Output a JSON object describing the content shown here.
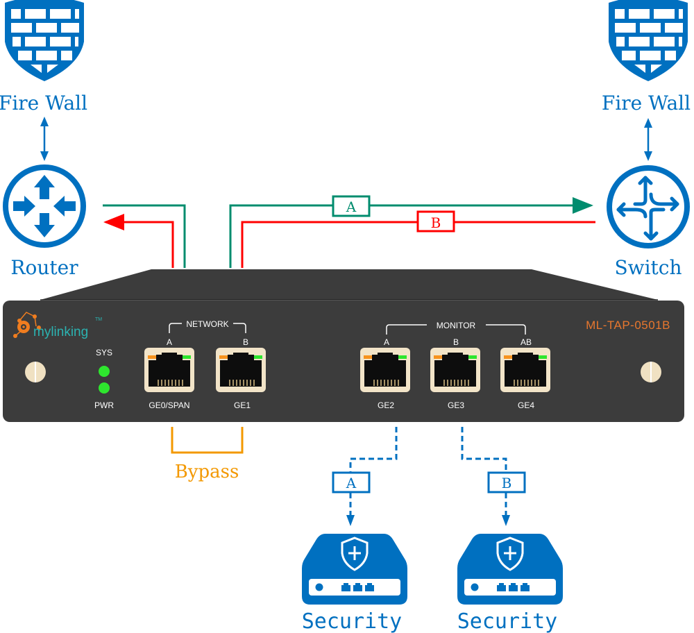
{
  "colors": {
    "blue": "#0070c0",
    "green": "#008c6e",
    "red": "#ff0000",
    "orange": "#f39800",
    "chassis": "#3c3c3c",
    "brand_teal": "#2bb3b1",
    "model_orange": "#e8772e",
    "led_green": "#2ee62e"
  },
  "nodes": {
    "firewall_left": {
      "label": "Fire Wall",
      "icon": "firewall-shield-icon"
    },
    "router": {
      "label": "Router",
      "icon": "router-icon"
    },
    "firewall_right": {
      "label": "Fire Wall",
      "icon": "firewall-shield-icon"
    },
    "switch": {
      "label": "Switch",
      "icon": "switch-icon"
    },
    "security_a": {
      "label": "Security",
      "icon": "security-appliance-icon"
    },
    "security_b": {
      "label": "Security",
      "icon": "security-appliance-icon"
    }
  },
  "links": {
    "path_a_label": "A",
    "path_b_label": "B",
    "monitor_a_label": "A",
    "monitor_b_label": "B",
    "bypass_label": "Bypass"
  },
  "device": {
    "brand": "mylinking",
    "trademark": "TM",
    "model": "ML-TAP-0501B",
    "leds": [
      {
        "label": "SYS"
      },
      {
        "label": "PWR"
      }
    ],
    "network_group": "NETWORK",
    "monitor_group": "MONITOR",
    "ports": [
      {
        "tag": "A",
        "name": "GE0/SPAN"
      },
      {
        "tag": "B",
        "name": "GE1"
      },
      {
        "tag": "A",
        "name": "GE2"
      },
      {
        "tag": "B",
        "name": "GE3"
      },
      {
        "tag": "AB",
        "name": "GE4"
      }
    ]
  }
}
